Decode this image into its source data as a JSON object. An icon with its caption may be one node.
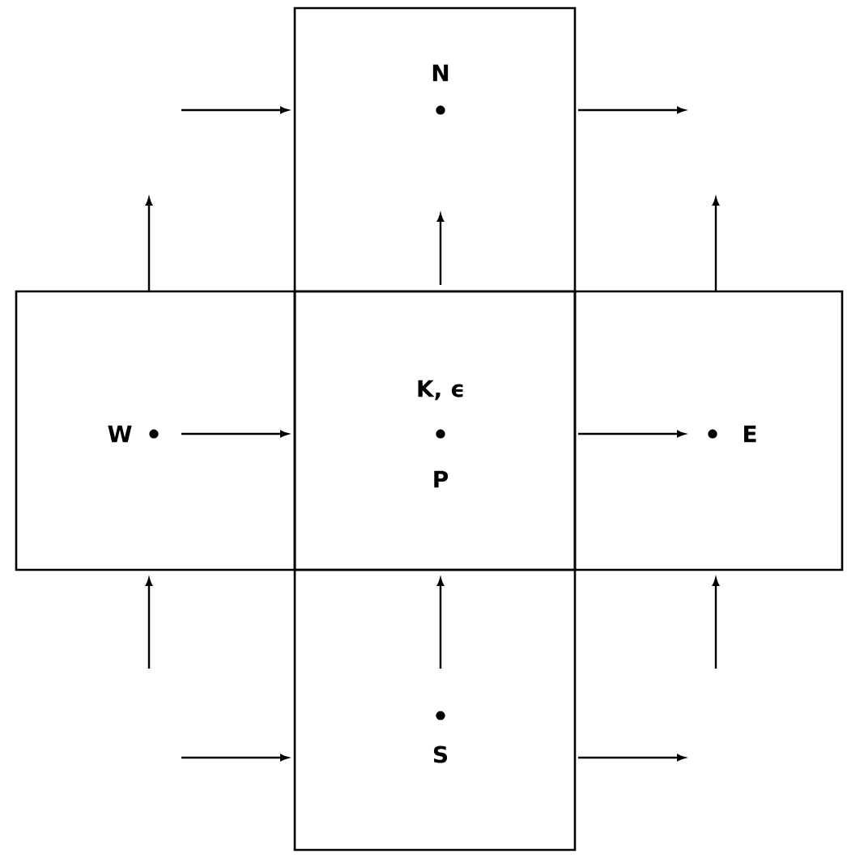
{
  "diagram": {
    "nodes": [
      {
        "text": [
          "N"
        ]
      },
      {
        "text": [
          "W"
        ]
      },
      {
        "text": [
          "K, ϵ",
          "P"
        ]
      },
      {
        "text": [
          "E"
        ]
      },
      {
        "text": [
          "S"
        ]
      }
    ]
  }
}
